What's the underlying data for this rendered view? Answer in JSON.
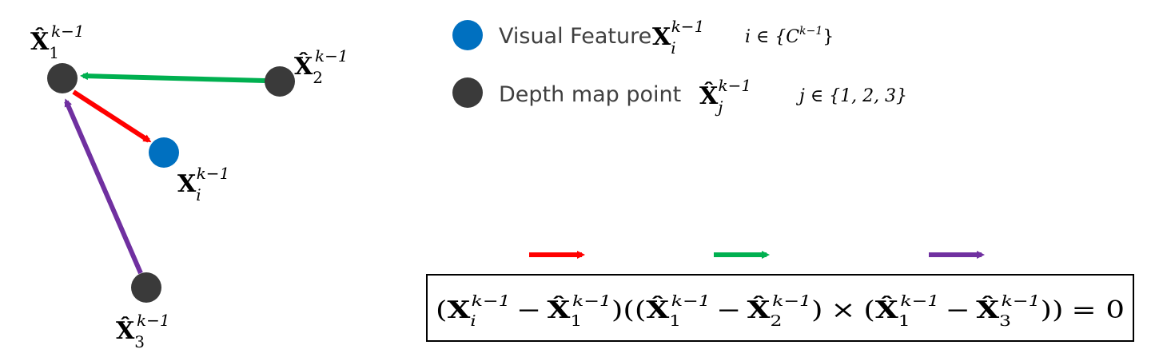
{
  "colors": {
    "red": "#ff0000",
    "green": "#00b050",
    "purple": "#7030a0",
    "blue": "#0070c0",
    "dark": "#3a3a3a"
  },
  "points": {
    "p1": {
      "base": "X̂",
      "sub": "1",
      "sup": "k−1"
    },
    "p2": {
      "base": "X̂",
      "sub": "2",
      "sup": "k−1"
    },
    "p3": {
      "base": "X̂",
      "sub": "3",
      "sup": "k−1"
    },
    "pi": {
      "base": "X",
      "sub": "i",
      "sup": "k−1"
    }
  },
  "legend": {
    "visual": {
      "label": "Visual Feature",
      "sym_base": "X",
      "sym_sub": "i",
      "sym_sup": "k−1",
      "set_pre": "i ∈ {C",
      "set_sup": "k−1",
      "set_post": "}"
    },
    "depth": {
      "label": "Depth map point",
      "sym_base": "X̂",
      "sym_sub": "j",
      "sym_sup": "k−1",
      "set_text": "j ∈ {1, 2, 3}"
    }
  },
  "equation": {
    "X": "X",
    "Xh": "X̂",
    "sup": "k−1",
    "s_i": "i",
    "s_1": "1",
    "s_2": "2",
    "s_3": "3",
    "open": "(",
    "close": ")",
    "open2": "((",
    "close2": "))",
    "minus": "−",
    "times": "×",
    "eq": "= 0"
  }
}
